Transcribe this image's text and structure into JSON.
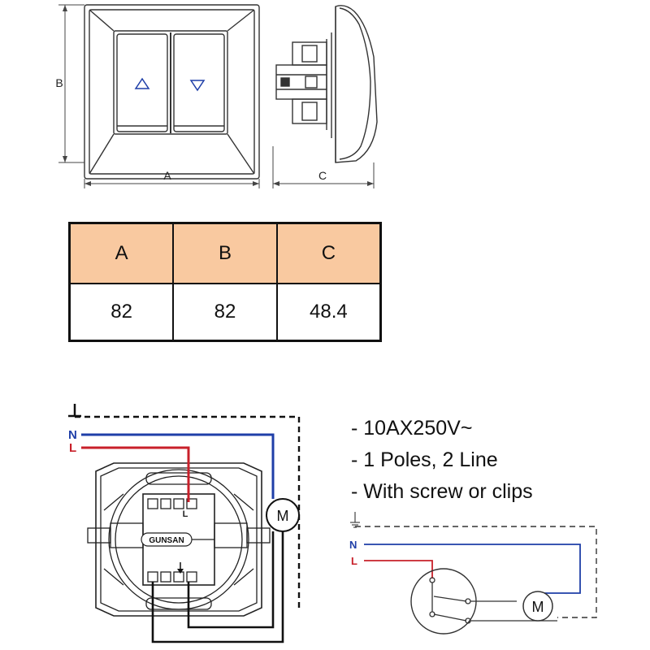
{
  "dimension_labels": {
    "a": "A",
    "b": "B",
    "c": "C"
  },
  "dimension_table": {
    "headers": [
      "A",
      "B",
      "C"
    ],
    "values": [
      "82",
      "82",
      "48.4"
    ]
  },
  "specs": [
    "- 10AX250V~",
    "- 1 Poles, 2 Line",
    "- With screw or clips"
  ],
  "wiring": {
    "neutral_label": "N",
    "live_label": "L",
    "terminal_label": "L",
    "motor_label": "M",
    "brand": "GUNSAN",
    "colors": {
      "neutral": "#1f3fa8",
      "live": "#c8202a",
      "earth": "#111111",
      "header_fill": "#f9c9a0"
    }
  },
  "icons": [
    "up-arrow-icon",
    "down-arrow-icon",
    "earth-ground-icon",
    "motor-icon"
  ]
}
